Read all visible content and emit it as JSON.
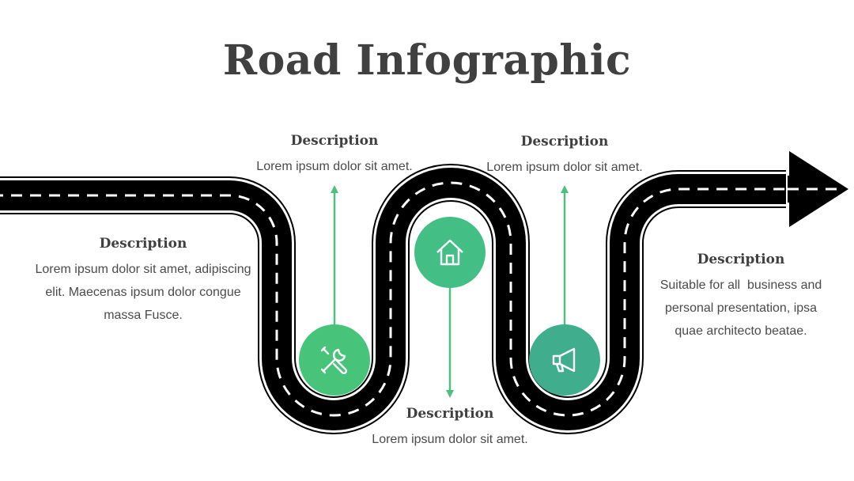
{
  "title": "Road Infographic",
  "colors": {
    "road": "#000000",
    "green_1": "#48C47A",
    "green_2": "#43BE85",
    "green_3": "#40AE8D",
    "arrow_line": "#4DBF80"
  },
  "steps": [
    {
      "heading": "Description",
      "text": "Lorem ipsum dolor sit amet, adipiscing elit. Maecenas ipsum dolor congue massa Fusce."
    },
    {
      "heading": "Description",
      "text": "Lorem ipsum dolor sit amet.",
      "icon": "tools-icon"
    },
    {
      "heading": "Description",
      "text": "Lorem ipsum dolor sit amet.",
      "icon": "home-icon"
    },
    {
      "heading": "Description",
      "text": "Lorem ipsum dolor sit amet.",
      "icon": "megaphone-icon"
    },
    {
      "heading": "Description",
      "text": "Suitable for all  business and personal presentation, ipsa quae architecto beatae."
    }
  ]
}
